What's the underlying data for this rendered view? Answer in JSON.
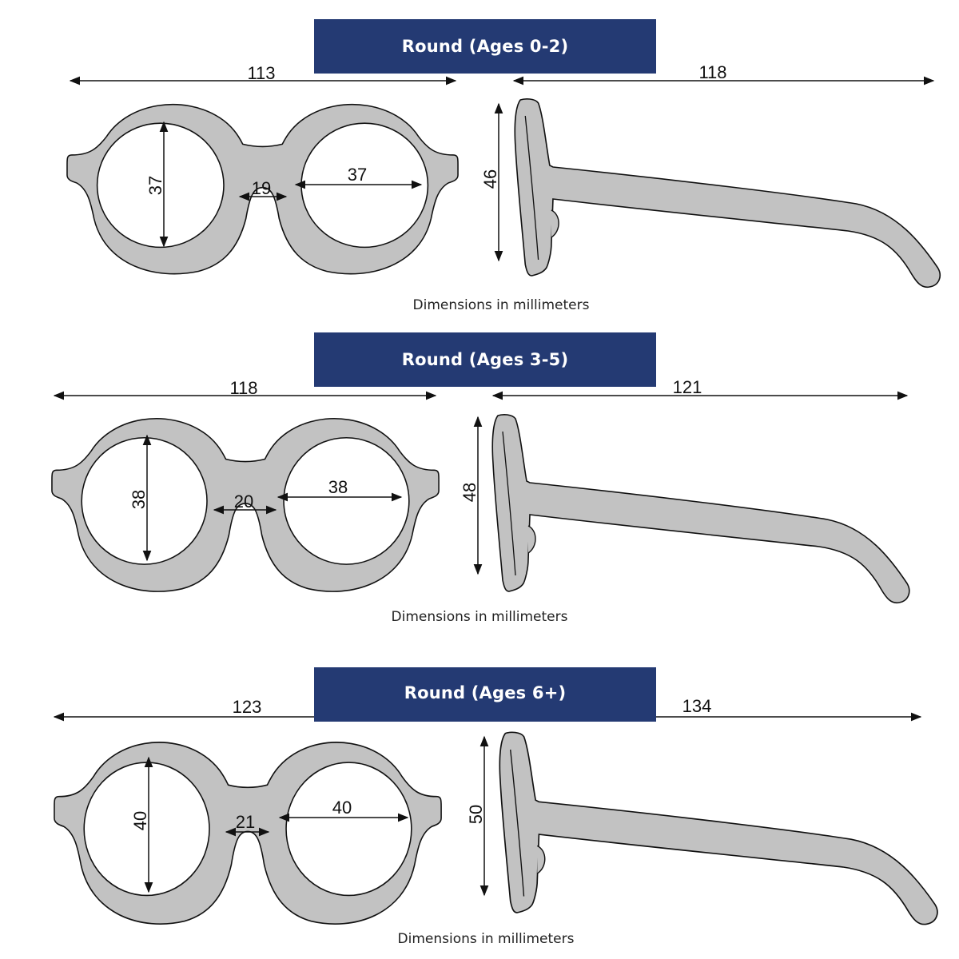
{
  "units_caption": "Dimensions in millimeters",
  "colors": {
    "banner": "#243a73",
    "frame_fill": "#c2c2c2",
    "outline": "#111111"
  },
  "sections": [
    {
      "title": "Round (Ages 0-2)",
      "total_width": "113",
      "temple_length": "118",
      "lens_height": "37",
      "lens_width": "37",
      "bridge_width": "19",
      "side_height": "46",
      "caption": "Dimensions in millimeters"
    },
    {
      "title": "Round (Ages 3-5)",
      "total_width": "118",
      "temple_length": "121",
      "lens_height": "38",
      "lens_width": "38",
      "bridge_width": "20",
      "side_height": "48",
      "caption": "Dimensions in millimeters"
    },
    {
      "title": "Round (Ages 6+)",
      "total_width": "123",
      "temple_length": "134",
      "lens_height": "40",
      "lens_width": "40",
      "bridge_width": "21",
      "side_height": "50",
      "caption": "Dimensions in millimeters"
    }
  ]
}
